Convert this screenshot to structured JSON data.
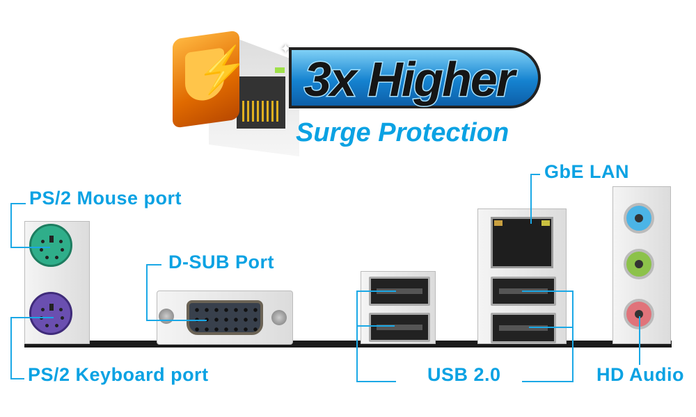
{
  "header": {
    "headline": "3x Higher",
    "subheadline": "Surge Protection"
  },
  "labels": {
    "ps2_mouse": "PS/2 Mouse port",
    "dsub": "D-SUB Port",
    "ps2_keyboard": "PS/2 Keyboard port",
    "usb": "USB 2.0",
    "lan": "GbE LAN",
    "audio": "HD Audio"
  },
  "colors": {
    "label": "#0ba2e3",
    "mouse_port": "#2fae8a",
    "keyboard_port": "#6a4fb0",
    "audio_blue": "#4bb4e6",
    "audio_green": "#8cc24a",
    "audio_pink": "#e0737a",
    "badge_orange": "#f08a10"
  },
  "icons": [
    "surge-shield-icon",
    "rj45-icon",
    "sparkle-icon"
  ]
}
